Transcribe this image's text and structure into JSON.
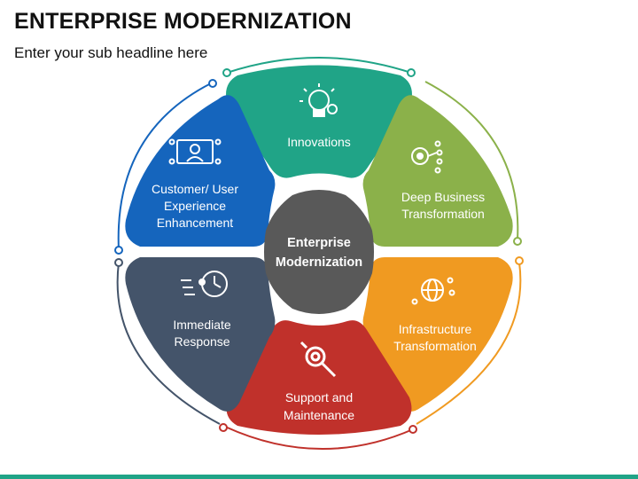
{
  "header": {
    "title": "ENTERPRISE MODERNIZATION",
    "subtitle": "Enter your sub headline here"
  },
  "center": {
    "line1": "Enterprise",
    "line2": "Modernization",
    "color": "#595959"
  },
  "segments": [
    {
      "key": "innovations",
      "lines": [
        "Innovations"
      ],
      "color": "#20A487",
      "icon": "lightbulb-gear-icon"
    },
    {
      "key": "deep-business",
      "lines": [
        "Deep Business",
        "Transformation"
      ],
      "color": "#8BB14A",
      "icon": "gear-network-icon"
    },
    {
      "key": "infrastructure",
      "lines": [
        "Infrastructure",
        "Transformation"
      ],
      "color": "#F09A21",
      "icon": "globe-network-icon"
    },
    {
      "key": "support",
      "lines": [
        "Support and",
        "Maintenance"
      ],
      "color": "#C0312B",
      "icon": "gear-wrench-icon"
    },
    {
      "key": "immediate",
      "lines": [
        "Immediate",
        "Response"
      ],
      "color": "#44546A",
      "icon": "running-clock-icon"
    },
    {
      "key": "customer",
      "lines": [
        "Customer/ User",
        "Experience",
        "Enhancement"
      ],
      "color": "#1565BD",
      "icon": "user-screen-icon"
    }
  ],
  "bottom_bar_color": "#20A487"
}
